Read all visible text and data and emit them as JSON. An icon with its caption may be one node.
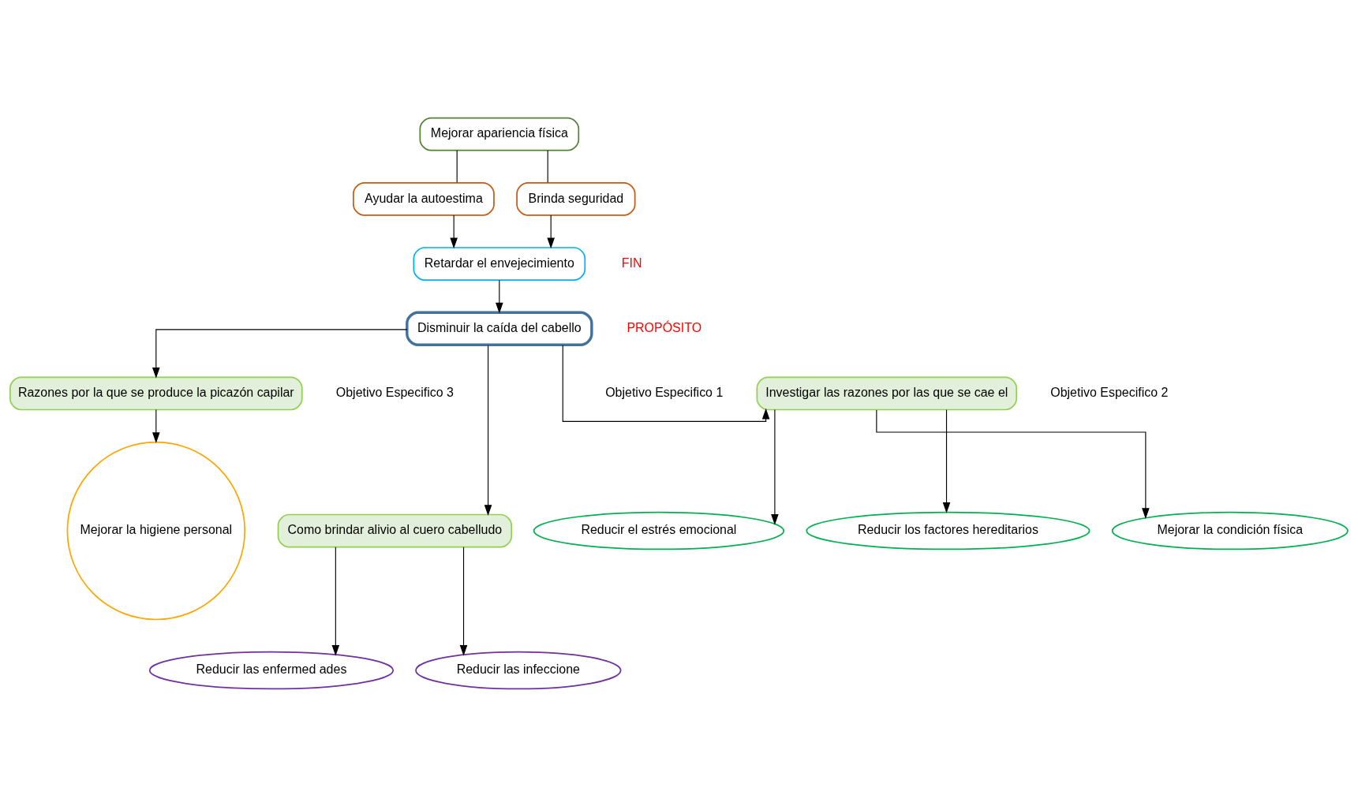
{
  "diagram": {
    "nodes": [
      {
        "text": [
          "Mejorar apariencia física"
        ]
      },
      {
        "text": [
          "Ayudar la autoestima"
        ]
      },
      {
        "text": [
          "Brinda seguridad"
        ]
      },
      {
        "text": [
          "Retardar el envejecimiento"
        ]
      },
      {
        "text": [
          "Disminuir la caída del cabello"
        ]
      },
      {
        "text": [
          "Investigar las razones por las que se cae el"
        ]
      },
      {
        "text": [
          "Razones por la que se produce la picazón capilar"
        ]
      },
      {
        "text": [
          "Como brindar alivio al cuero cabelludo"
        ]
      },
      {
        "text": [
          "Reducir los factores hereditarios"
        ]
      },
      {
        "text": [
          "Mejorar la condición física"
        ]
      },
      {
        "text": [
          "Reducir el estrés emocional"
        ]
      },
      {
        "text": [
          "Mejorar la higiene personal"
        ]
      },
      {
        "text": [
          "Reducir las enfermed ades"
        ]
      },
      {
        "text": [
          "Reducir las infeccione"
        ]
      }
    ],
    "edges": [
      {
        "from": 0,
        "to": 1,
        "arrow": "none"
      },
      {
        "from": 0,
        "to": 2,
        "arrow": "none"
      },
      {
        "from": 1,
        "to": 3,
        "arrow": "to"
      },
      {
        "from": 2,
        "to": 3,
        "arrow": "to"
      },
      {
        "from": 3,
        "to": 4,
        "arrow": "to"
      },
      {
        "from": 4,
        "to": 5,
        "arrow": "to"
      },
      {
        "from": 4,
        "to": 6,
        "arrow": "to"
      },
      {
        "from": 4,
        "to": 7,
        "arrow": "to"
      },
      {
        "from": 5,
        "to": 8,
        "arrow": "to"
      },
      {
        "from": 5,
        "to": 9,
        "arrow": "to"
      },
      {
        "from": 5,
        "to": 10,
        "arrow": "to"
      },
      {
        "from": 6,
        "to": 11,
        "arrow": "to"
      },
      {
        "from": 7,
        "to": 12,
        "arrow": "to"
      },
      {
        "from": 7,
        "to": 13,
        "arrow": "to"
      }
    ],
    "labels": [
      "FIN",
      "PROPÓSITO",
      "Objetivo Especifico 3",
      "Objetivo Especifico 1",
      "Objetivo Especifico 2"
    ]
  }
}
